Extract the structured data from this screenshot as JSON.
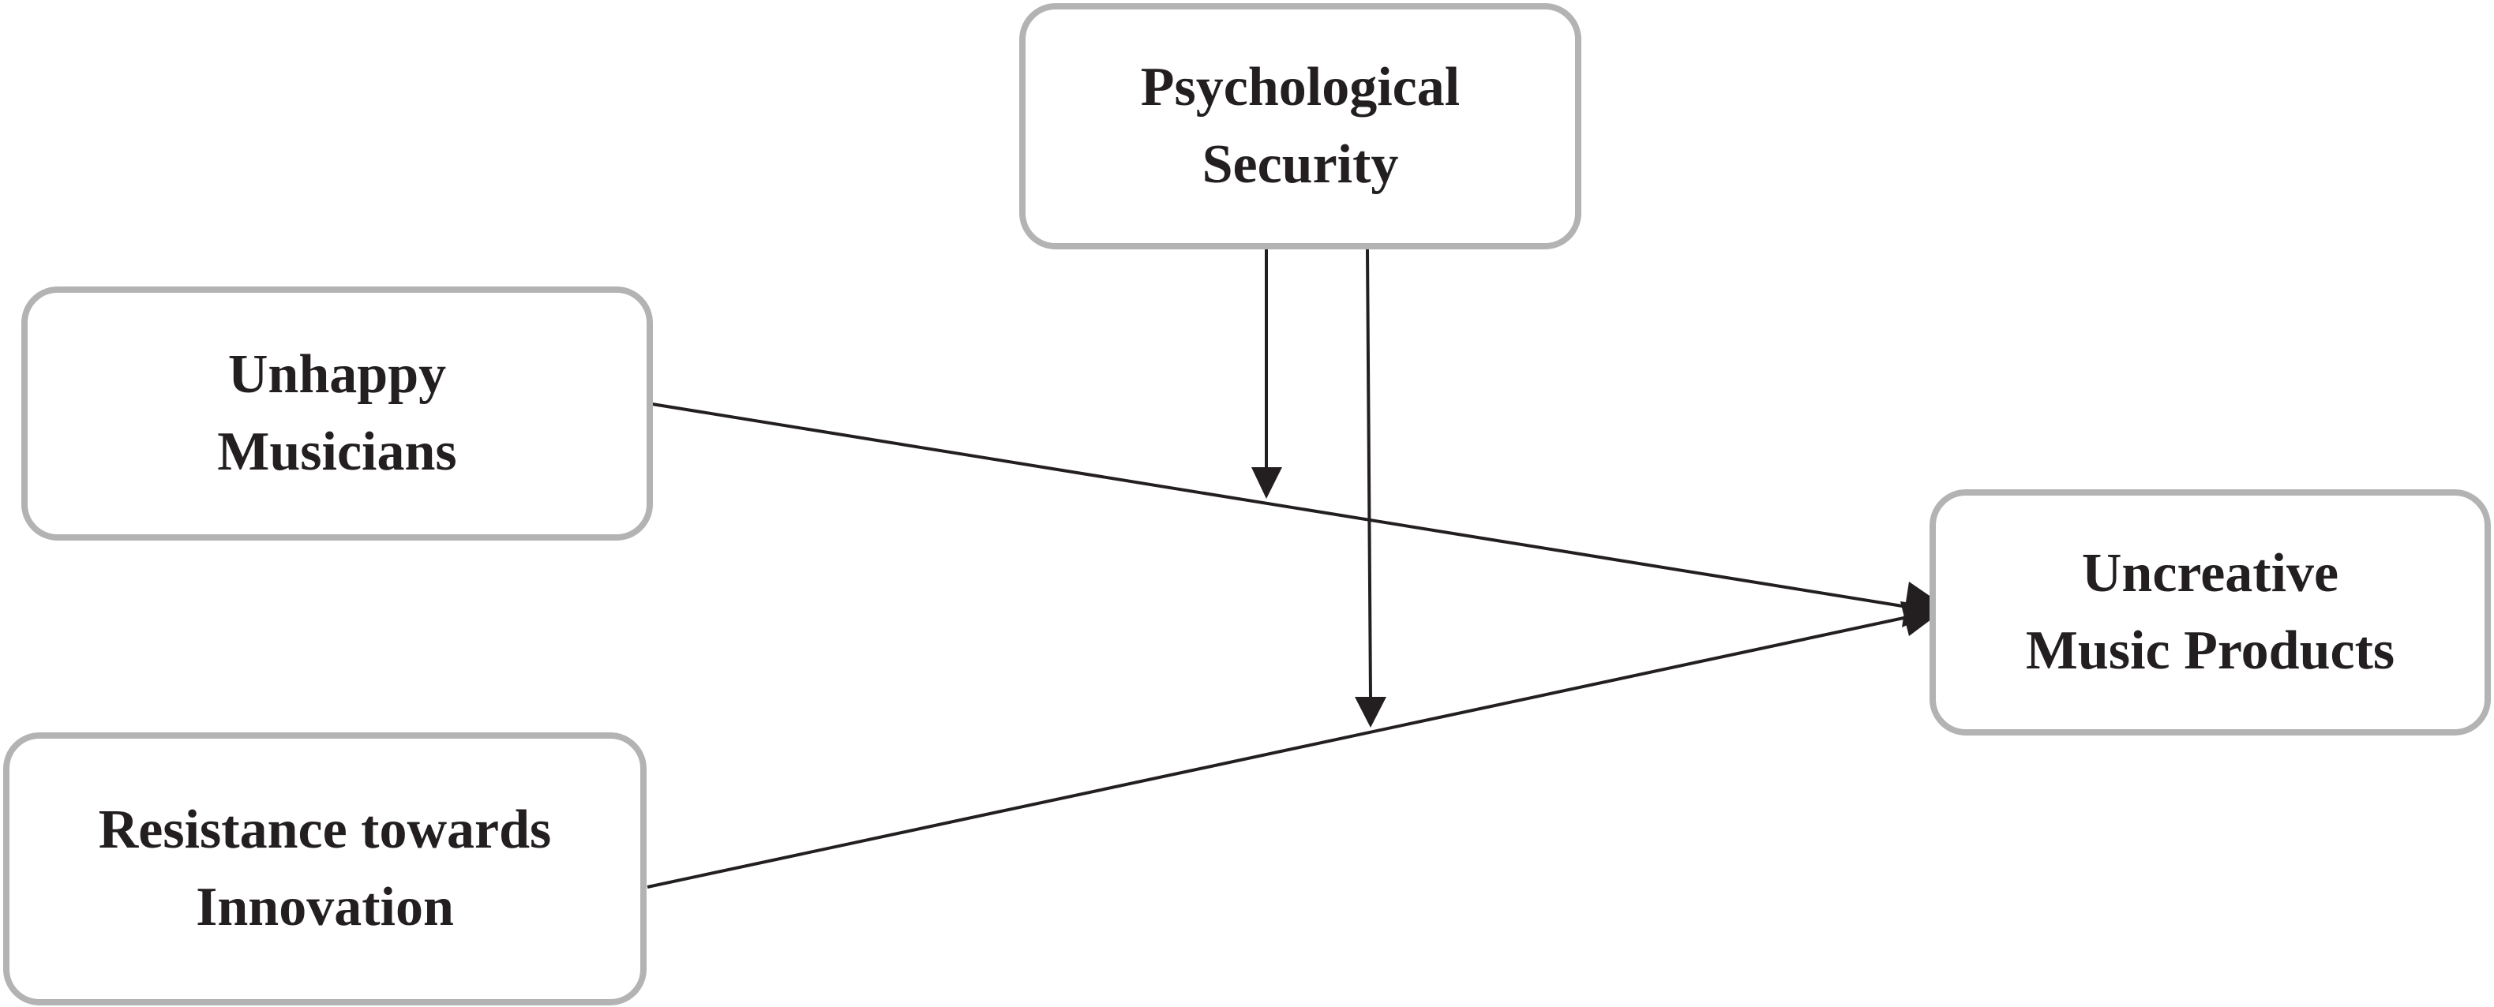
{
  "diagram": {
    "nodes": {
      "psychological_security": {
        "line1": "Psychological",
        "line2": "Security"
      },
      "unhappy_musicians": {
        "line1": "Unhappy",
        "line2": "Musicians"
      },
      "resistance_innovation": {
        "line1": "Resistance towards",
        "line2": "Innovation"
      },
      "uncreative_products": {
        "line1": "Uncreative",
        "line2": "Music Products"
      }
    },
    "edges": [
      {
        "from": "Unhappy Musicians",
        "to": "Uncreative Music Products"
      },
      {
        "from": "Resistance towards Innovation",
        "to": "Uncreative Music Products"
      },
      {
        "from": "Psychological Security",
        "to": "Unhappy Musicians → Uncreative Music Products"
      },
      {
        "from": "Psychological Security",
        "to": "Resistance towards Innovation → Uncreative Music Products"
      }
    ],
    "colors": {
      "box_border": "#b3b3b3",
      "arrow": "#231f20",
      "text": "#231f20"
    }
  }
}
